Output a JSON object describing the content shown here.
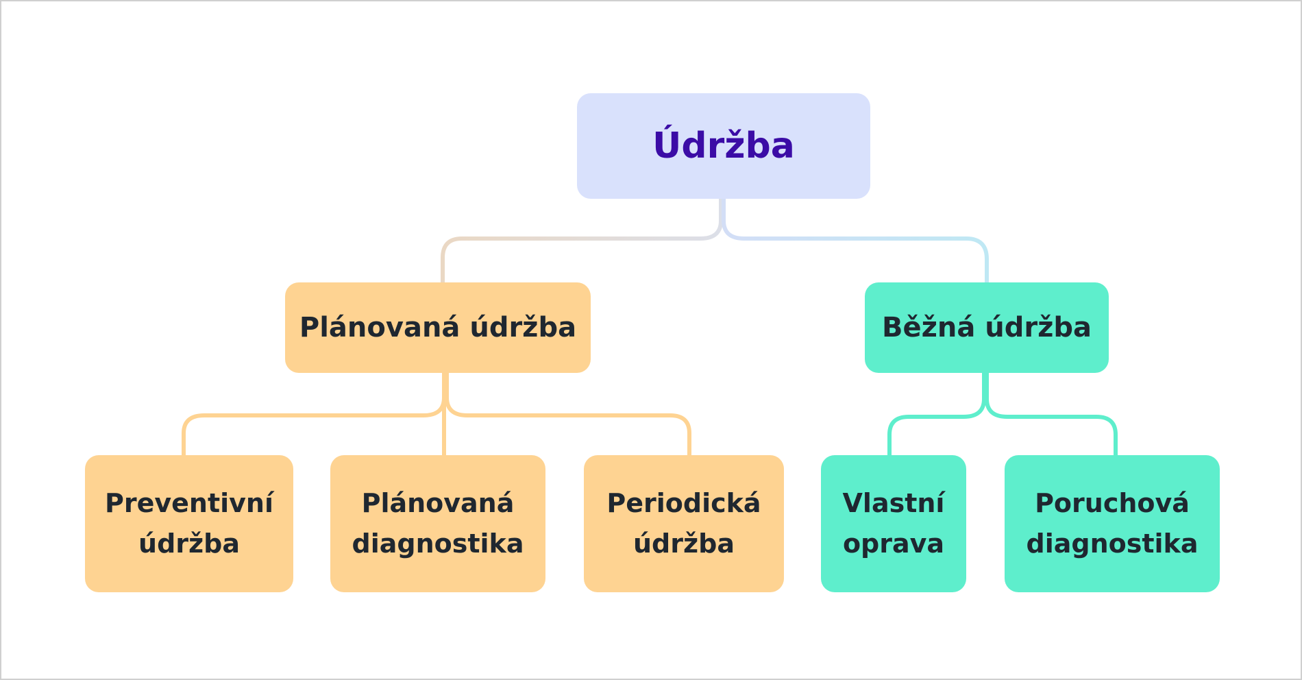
{
  "diagram": {
    "root": {
      "label": "Údržba",
      "color": "#d9e1fc",
      "text_color": "#3b0ca6"
    },
    "branches": [
      {
        "label": "Plánovaná údržba",
        "color": "#fed392",
        "children": [
          {
            "line1": "Preventivní",
            "line2": "údržba"
          },
          {
            "line1": "Plánovaná",
            "line2": "diagnostika"
          },
          {
            "line1": "Periodická",
            "line2": "údržba"
          }
        ]
      },
      {
        "label": "Běžná údržba",
        "color": "#5eeecc",
        "children": [
          {
            "line1": "Vlastní",
            "line2": "oprava"
          },
          {
            "line1": "Poruchová",
            "line2": "diagnostika"
          }
        ]
      }
    ]
  }
}
